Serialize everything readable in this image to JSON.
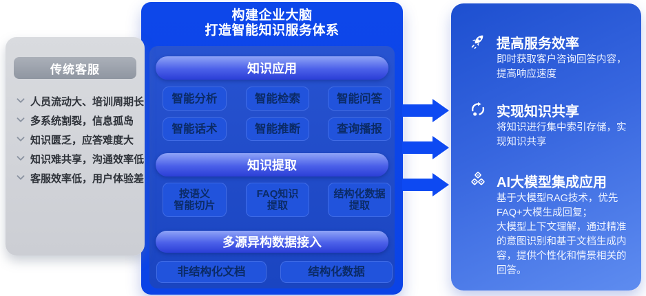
{
  "left_panel": {
    "title": "传统客服",
    "items": [
      "人员流动大、培训周期长",
      "多系统割裂，信息孤岛",
      "知识匮乏，应答难度大",
      "知识难共享，沟通效率低",
      "客服效率低，用户体验差"
    ]
  },
  "middle_panel": {
    "title_line1": "构建企业大脑",
    "title_line2": "打造智能知识服务体系",
    "sections": [
      {
        "header": "知识应用",
        "buttons": [
          "智能分析",
          "智能检索",
          "智能问答",
          "智能话术",
          "智能推断",
          "查询播报"
        ]
      },
      {
        "header": "知识提取",
        "buttons": [
          "按语义\n智能切片",
          "FAQ知识\n提取",
          "结构化数据\n提取"
        ]
      },
      {
        "header": "多源异构数据接入",
        "buttons": [
          "非结构化文档",
          "结构化数据"
        ]
      }
    ]
  },
  "right_panel": {
    "sections": [
      {
        "icon": "rocket-icon",
        "title": "提高服务效率",
        "body": "即时获取客户咨询回答内容，\n提高响应速度"
      },
      {
        "icon": "sync-arrows-icon",
        "title": "实现知识共享",
        "body": "将知识进行集中索引存储，实\n现知识共享"
      },
      {
        "icon": "cubes-icon",
        "title": "AI大模型集成应用",
        "body": "基于大模型RAG技术，优先\nFAQ+大模生成回复；\n大模型上下文理解，通过精准\n的意图识别和基于文档生成内\n容，提供个性化和情景相关的\n回答。"
      }
    ]
  },
  "colors": {
    "card_blue": "#0d47ea",
    "inner_blue": "#1c4ace",
    "button_blue": "#2153dc",
    "button_text": "#0b2b66",
    "arrow_blue": "#0d49f2",
    "right_gradient_start": "#1d4fd0",
    "right_gradient_end": "#5e8cf0",
    "gray_panel": "#d2d5da",
    "gray_pill": "#9aa0ab"
  }
}
